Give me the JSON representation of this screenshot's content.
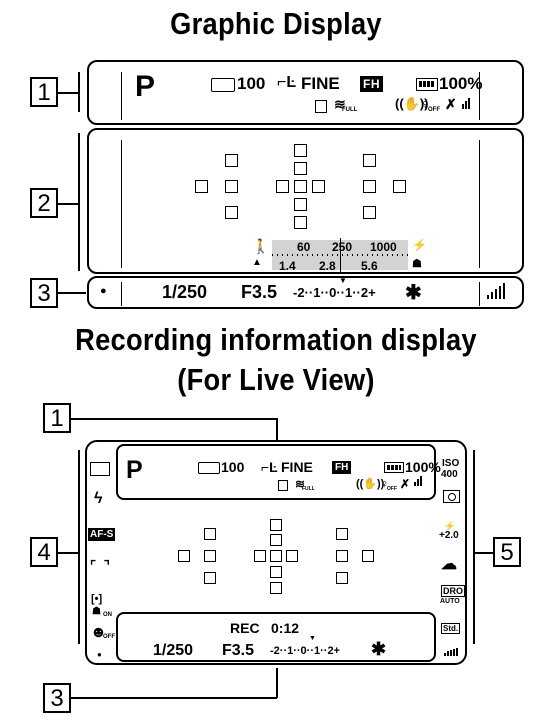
{
  "titles": {
    "graphic": "Graphic Display",
    "recording_line1": "Recording information display",
    "recording_line2": "(For Live View)"
  },
  "callouts": {
    "n1": "1",
    "n2": "2",
    "n3": "3",
    "n4": "4",
    "n5": "5"
  },
  "top": {
    "mode": "P",
    "shots": "100",
    "quality": "FINE",
    "size": "FH",
    "battery": "100%",
    "off_small": "OFF",
    "full_small": "FULL"
  },
  "graphic_scale": {
    "shutter_labels": [
      "60",
      "250",
      "1000"
    ],
    "aperture_labels": [
      "1.4",
      "2.8",
      "5.6"
    ]
  },
  "bottom": {
    "dot": "●",
    "shutter": "1/250",
    "aperture": "F3.5",
    "ev_scale": "-2··1··0··1··2+",
    "star": "✱"
  },
  "live": {
    "rec": "REC",
    "rec_time": "0:12",
    "left_icons": [
      "□",
      "ϟ",
      "AF-S",
      "[  ]",
      "[•]",
      "☻"
    ],
    "left_af": "AF-S",
    "on_small": "ON",
    "off_small": "OFF",
    "iso_label": "ISO",
    "iso_value": "400",
    "flash_comp": "+2.0",
    "dro": "DRO",
    "dro_sub": "AUTO",
    "std": "Std."
  }
}
